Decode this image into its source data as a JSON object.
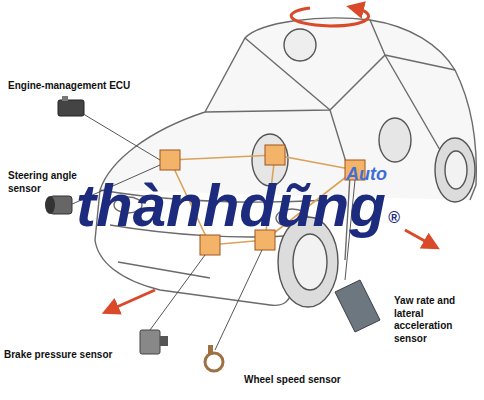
{
  "diagram": {
    "labels": [
      "Engine-management ECU",
      "Steering angle sensor",
      "Brake pressure sensor",
      "Wheel speed sensor",
      "Yaw rate and lateral acceleration sensor",
      "thànhdũng",
      "Auto",
      "®"
    ]
  }
}
